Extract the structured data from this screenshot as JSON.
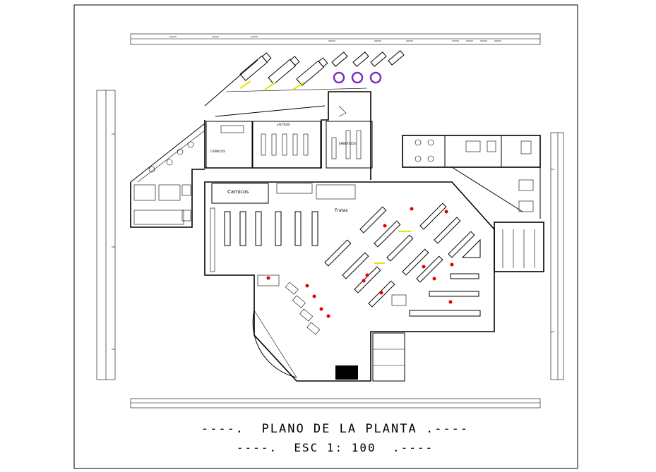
{
  "drawing": {
    "title": "----.  PLANO DE LA PLANTA .----",
    "scale": "----.  ESC 1: 100  .----",
    "room_labels": {
      "carnicos": "Carnicos",
      "frutas": "Frutas",
      "lacteos": "LACTEOS",
      "embutidos": "EMBUTIDOS",
      "carnicos_small": "CARNICOS"
    },
    "accent_colors": {
      "truck_marks": "#e6e600",
      "bikes": "#7b2fbf",
      "arrows": "#e00000",
      "yellow_marks": "#e6e600"
    }
  }
}
